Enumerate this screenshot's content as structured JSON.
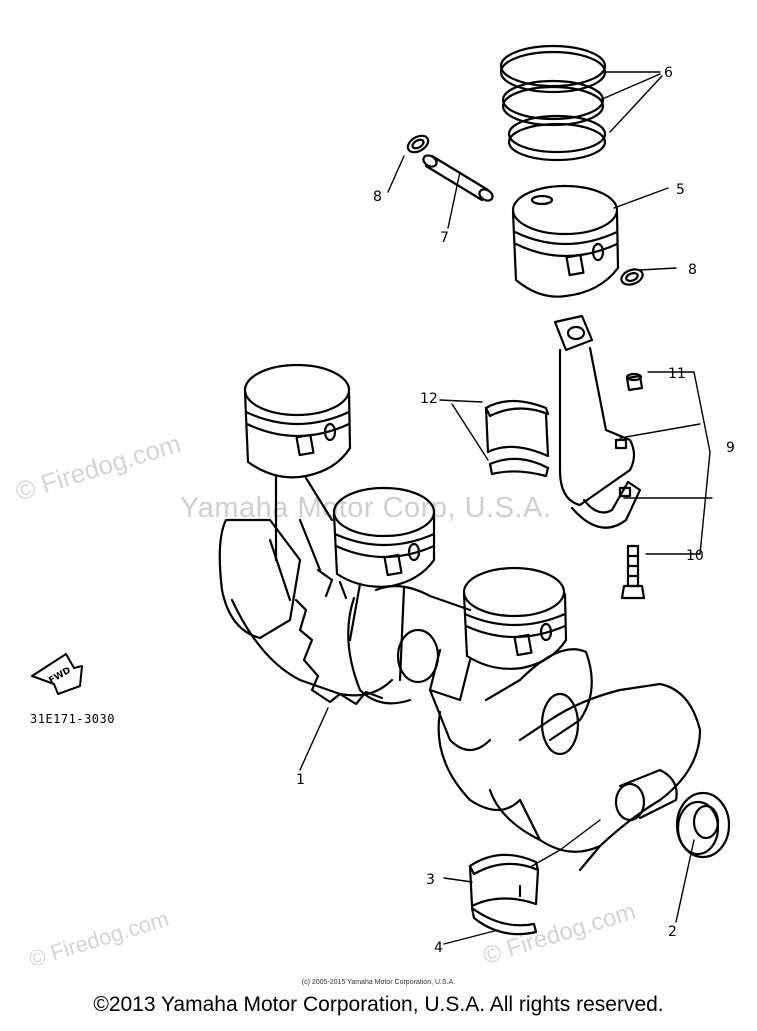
{
  "watermarks": {
    "firedog": "© Firedog.com",
    "center": "Yamaha Motor Corp, U.S.A."
  },
  "part_code": "31E171-3030",
  "fwd_label": "FWD",
  "callouts": {
    "c1": "1",
    "c2": "2",
    "c3": "3",
    "c4": "4",
    "c5": "5",
    "c6": "6",
    "c7": "7",
    "c8a": "8",
    "c8b": "8",
    "c9": "9",
    "c10": "10",
    "c11": "11",
    "c12": "12"
  },
  "footer": {
    "small_copyright": "(c) 2005-2015 Yamaha Motor Corporation, U.S.A.",
    "copyright": "©2013 Yamaha Motor Corporation, U.S.A. All rights reserved."
  }
}
